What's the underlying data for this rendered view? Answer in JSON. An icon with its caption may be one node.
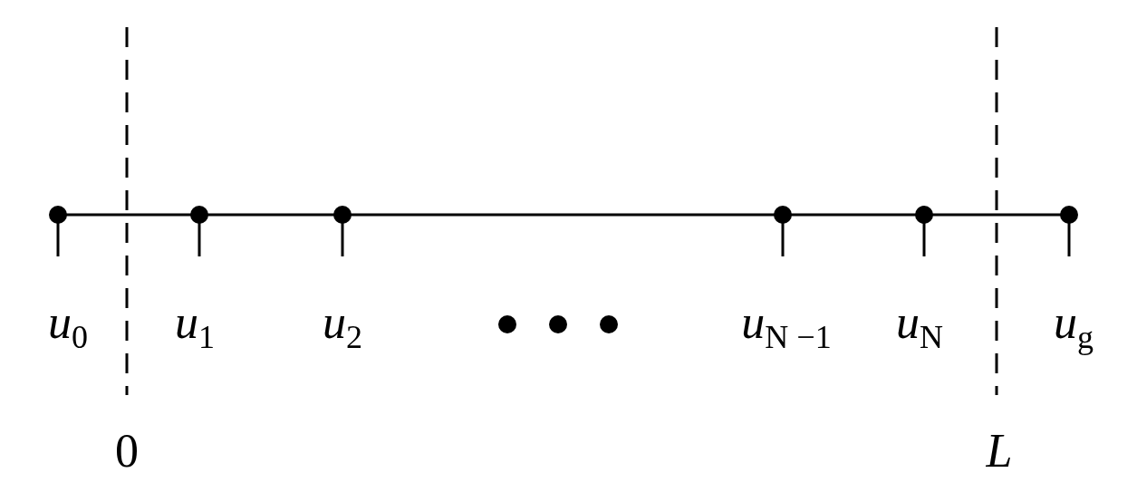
{
  "diagram": {
    "labels": [
      "*u*$_{0}$",
      "*u*$_{1}$",
      "*u*$_{2}$",
      "*u*$_{N −1}$",
      "*u*$_{N}$",
      "*u*$_{g}$",
      "0",
      "L"
    ]
  }
}
